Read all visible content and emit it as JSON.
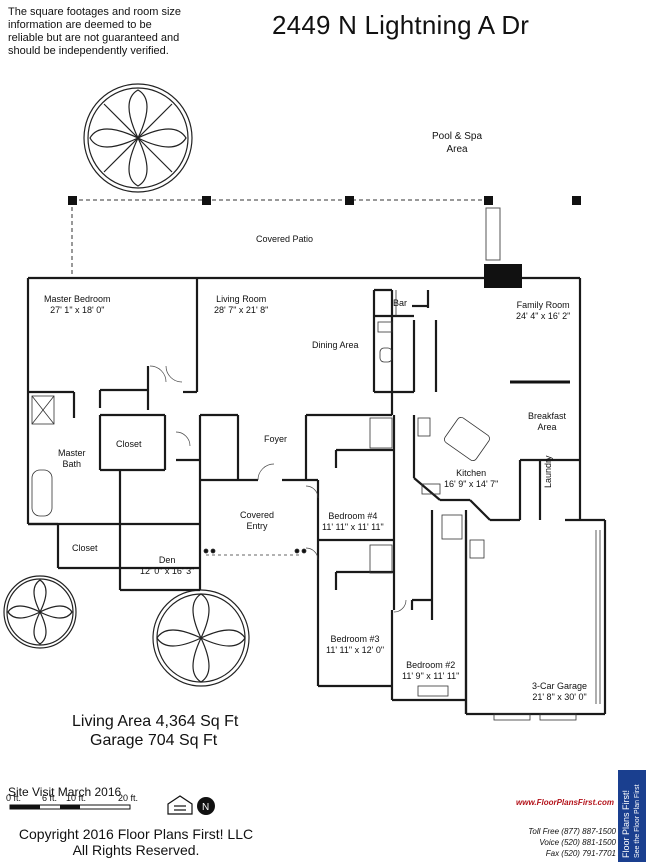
{
  "disclaimer": {
    "line1": "The square footages and room size",
    "line2": "information are deemed to be",
    "line3": "reliable but are not guaranteed and",
    "line4": "should be independently verified."
  },
  "title": "2449 N Lightning A Dr",
  "rooms": {
    "pool_spa": {
      "name": "Pool & Spa",
      "name2": "Area"
    },
    "covered_patio": {
      "name": "Covered Patio"
    },
    "master_bedroom": {
      "name": "Master Bedroom",
      "size": "27' 1\" x 18' 0\""
    },
    "living_room": {
      "name": "Living Room",
      "size": "28' 7\" x 21' 8\""
    },
    "bar": {
      "name": "Bar"
    },
    "family_room": {
      "name": "Family Room",
      "size": "24' 4\" x 16' 2\""
    },
    "dining_area": {
      "name": "Dining Area"
    },
    "breakfast_area": {
      "name": "Breakfast",
      "name2": "Area"
    },
    "master_bath": {
      "name": "Master",
      "name2": "Bath"
    },
    "closet_master": {
      "name": "Closet"
    },
    "foyer": {
      "name": "Foyer"
    },
    "kitchen": {
      "name": "Kitchen",
      "size": "16' 9\" x 14' 7\""
    },
    "laundry": {
      "name": "Laundry"
    },
    "covered_entry": {
      "name": "Covered",
      "name2": "Entry"
    },
    "bedroom4": {
      "name": "Bedroom #4",
      "size": "11' 11\" x 11' 11\""
    },
    "closet_den": {
      "name": "Closet"
    },
    "den": {
      "name": "Den",
      "size": "12' 0\" x 16' 3\""
    },
    "bedroom3": {
      "name": "Bedroom #3",
      "size": "11' 11\" x 12' 0\""
    },
    "bedroom2": {
      "name": "Bedroom #2",
      "size": "11' 9\" x 11' 11\""
    },
    "garage": {
      "name": "3-Car Garage",
      "size": "21' 8\" x 30' 0\""
    }
  },
  "areas": {
    "living": "Living Area 4,364 Sq Ft",
    "garage": "Garage 704 Sq Ft"
  },
  "site_visit": "Site Visit March 2016",
  "scale": {
    "l0": "0 ft.",
    "l1": "6 ft.",
    "l2": "10 ft.",
    "l3": "20 ft."
  },
  "copyright": {
    "line1": "Copyright 2016 Floor Plans First! LLC",
    "line2": "All Rights Reserved."
  },
  "brand": {
    "url": "www.FloorPlansFirst.com",
    "toll_free": "Toll Free (877) 887-1500",
    "voice": "Voice (520) 881-1500",
    "fax": "Fax (520) 791-7701",
    "logo_line1": "Floor Plans First!",
    "logo_line2": "See the Floor Plan First"
  },
  "colors": {
    "wall": "#1a1a1a",
    "brand_red": "#b3121a",
    "brand_blue": "#1a3f8f"
  }
}
